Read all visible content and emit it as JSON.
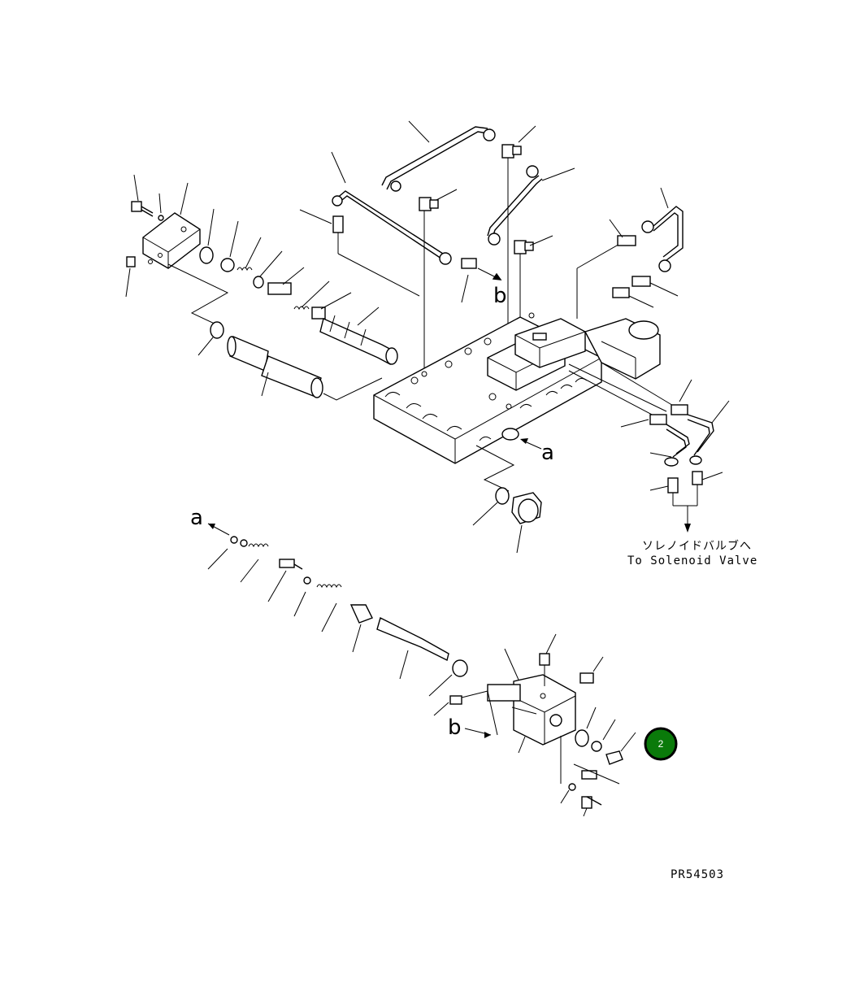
{
  "labels": {
    "ref_a_main": "a",
    "ref_a_lower": "a",
    "ref_b_main": "b",
    "ref_b_lower": "b",
    "solenoid_jp": "ソレノイドバルブへ",
    "solenoid_en": "To Solenoid Valve",
    "drawing_number": "PR54503"
  },
  "badge": {
    "number": "2",
    "color": "#0a7a0a"
  },
  "icons": [
    "pipe",
    "elbow-fitting",
    "nipple",
    "valve-body",
    "spool",
    "spring",
    "plug",
    "o-ring",
    "bolt",
    "washer",
    "solenoid",
    "block"
  ]
}
